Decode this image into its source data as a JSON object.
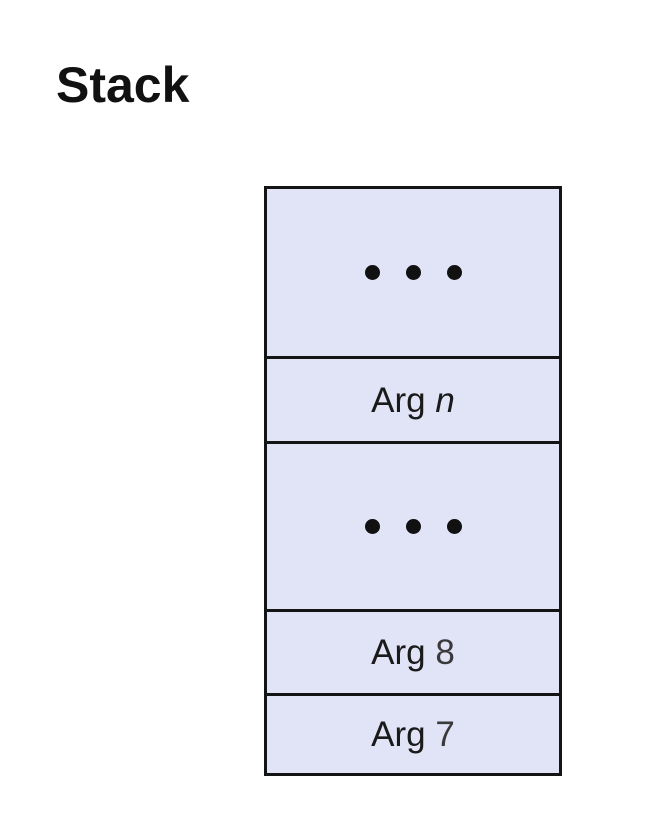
{
  "title": "Stack",
  "stack": {
    "cells": [
      {
        "kind": "ellipsis",
        "name": "stack-cell-ellipsis-top"
      },
      {
        "kind": "arg",
        "prefix": "Arg ",
        "suffix": "n",
        "italic": true,
        "name": "stack-cell-arg-n"
      },
      {
        "kind": "ellipsis",
        "name": "stack-cell-ellipsis-middle"
      },
      {
        "kind": "arg",
        "prefix": "Arg ",
        "suffix": "8",
        "italic": false,
        "name": "stack-cell-arg-8"
      },
      {
        "kind": "arg",
        "prefix": "Arg ",
        "suffix": "7",
        "italic": false,
        "name": "stack-cell-arg-7"
      }
    ]
  }
}
